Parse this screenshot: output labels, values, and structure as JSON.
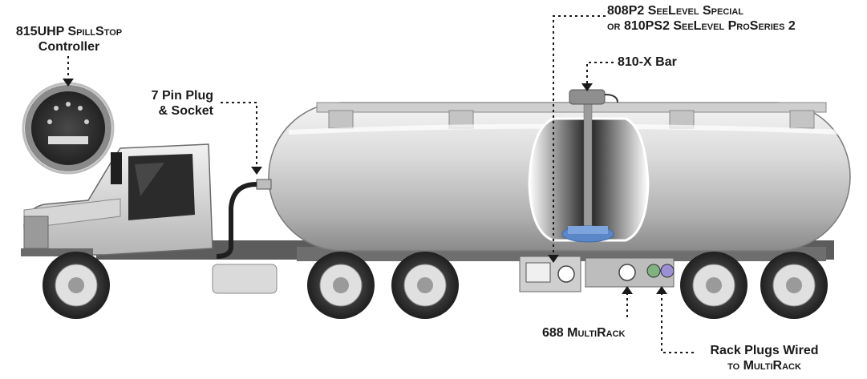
{
  "labels": {
    "controller_line1": "815UHP SpillStop",
    "controller_line2": "Controller",
    "plug_line1": "7 Pin Plug",
    "plug_line2": "& Socket",
    "gauge_line1": "808P2 SeeLevel Special",
    "gauge_line2": "or 810PS2 SeeLevel ProSeries 2",
    "bar": "810-X Bar",
    "multirack": "688 MultiRack",
    "rack_line1": "Rack Plugs Wired",
    "rack_line2": "to MultiRack"
  },
  "colors": {
    "tank_light": "#e6e6e6",
    "tank_mid": "#b9b9b9",
    "tank_dark": "#8e8e8e",
    "frame": "#5a5a5a",
    "tire": "#3a3a3a",
    "hub": "#e0e0e0",
    "cab_glass": "#2b2b2b",
    "leader": "#1a1a1a",
    "float_blue": "#5b86c8"
  },
  "icons": [
    "controller-dial-icon",
    "float-gauge-icon",
    "rack-plug-icon"
  ]
}
